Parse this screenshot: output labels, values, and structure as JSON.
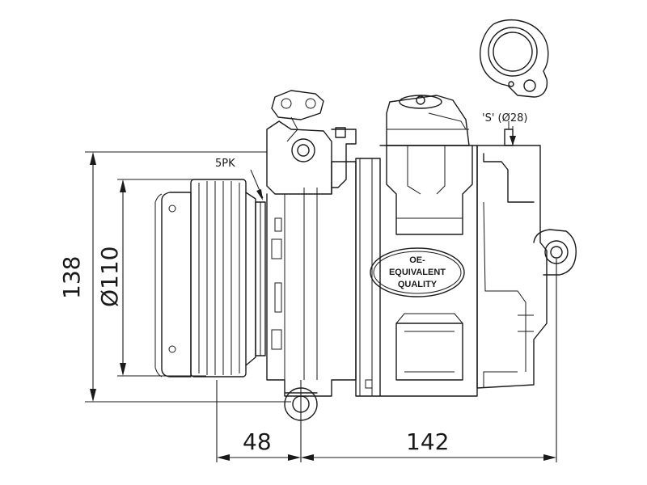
{
  "dimensions": {
    "height_overall": "138",
    "pulley_diameter": "Ø110",
    "clutch_depth": "48",
    "body_length": "142"
  },
  "annotations": {
    "belt_type": "5PK",
    "port_detail": "'S' (Ø28)"
  },
  "badge": {
    "line1": "OE-",
    "line2": "EQUIVALENT",
    "line3": "QUALITY"
  }
}
